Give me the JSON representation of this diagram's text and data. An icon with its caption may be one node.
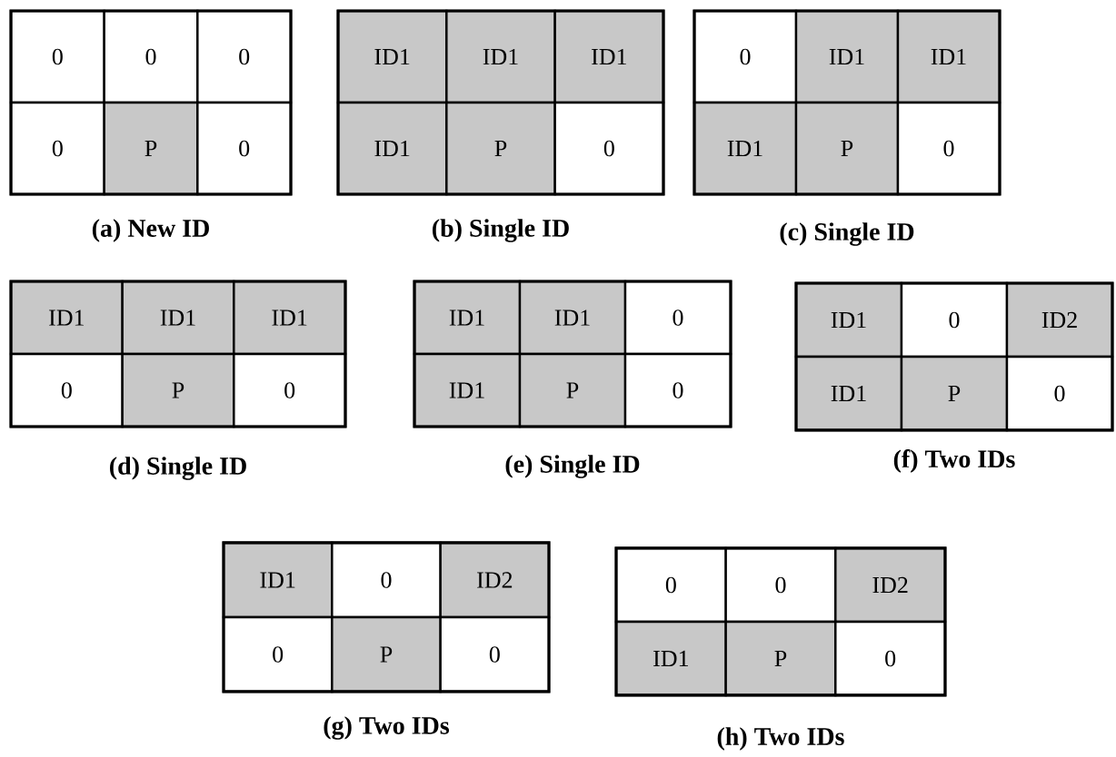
{
  "diagram": {
    "nodes": [
      {
        "text": [],
        "shape": "box",
        "beside": [
          "(a) New ID"
        ]
      },
      {
        "text": [
          "0"
        ],
        "in": 0
      },
      {
        "text": [
          "0"
        ],
        "in": 0
      },
      {
        "text": [
          "0"
        ],
        "in": 0
      },
      {
        "text": [
          "0"
        ],
        "in": 0
      },
      {
        "text": [
          "P"
        ],
        "in": 0
      },
      {
        "text": [
          "0"
        ],
        "in": 0
      },
      {
        "text": [],
        "shape": "box",
        "beside": [
          "(b) Single ID"
        ]
      },
      {
        "text": [
          "ID1"
        ],
        "in": 7
      },
      {
        "text": [
          "ID1"
        ],
        "in": 7
      },
      {
        "text": [
          "ID1"
        ],
        "in": 7
      },
      {
        "text": [
          "ID1"
        ],
        "in": 7
      },
      {
        "text": [
          "P"
        ],
        "in": 7
      },
      {
        "text": [
          "0"
        ],
        "in": 7
      },
      {
        "text": [],
        "shape": "box",
        "beside": [
          "(c) Single ID"
        ]
      },
      {
        "text": [
          "0"
        ],
        "in": 14
      },
      {
        "text": [
          "ID1"
        ],
        "in": 14
      },
      {
        "text": [
          "ID1"
        ],
        "in": 14
      },
      {
        "text": [
          "ID1"
        ],
        "in": 14
      },
      {
        "text": [
          "P"
        ],
        "in": 14
      },
      {
        "text": [
          "0"
        ],
        "in": 14
      },
      {
        "text": [],
        "shape": "box",
        "beside": [
          "(d) Single ID"
        ]
      },
      {
        "text": [
          "ID1"
        ],
        "in": 21
      },
      {
        "text": [
          "ID1"
        ],
        "in": 21
      },
      {
        "text": [
          "ID1"
        ],
        "in": 21
      },
      {
        "text": [
          "0"
        ],
        "in": 21
      },
      {
        "text": [
          "P"
        ],
        "in": 21
      },
      {
        "text": [
          "0"
        ],
        "in": 21
      },
      {
        "text": [],
        "shape": "box",
        "beside": [
          "(e) Single ID"
        ]
      },
      {
        "text": [
          "ID1"
        ],
        "in": 28
      },
      {
        "text": [
          "ID1"
        ],
        "in": 28
      },
      {
        "text": [
          "0"
        ],
        "in": 28
      },
      {
        "text": [
          "ID1"
        ],
        "in": 28
      },
      {
        "text": [
          "P"
        ],
        "in": 28
      },
      {
        "text": [
          "0"
        ],
        "in": 28
      },
      {
        "text": [],
        "shape": "box",
        "beside": [
          "(f) Two IDs"
        ]
      },
      {
        "text": [
          "ID1"
        ],
        "in": 35
      },
      {
        "text": [
          "0"
        ],
        "in": 35
      },
      {
        "text": [
          "ID2"
        ],
        "in": 35
      },
      {
        "text": [
          "ID1"
        ],
        "in": 35
      },
      {
        "text": [
          "P"
        ],
        "in": 35
      },
      {
        "text": [
          "0"
        ],
        "in": 35
      },
      {
        "text": [],
        "shape": "box",
        "beside": [
          "(g) Two IDs"
        ]
      },
      {
        "text": [
          "ID1"
        ],
        "in": 42
      },
      {
        "text": [
          "0"
        ],
        "in": 42
      },
      {
        "text": [
          "ID2"
        ],
        "in": 42
      },
      {
        "text": [
          "0"
        ],
        "in": 42
      },
      {
        "text": [
          "P"
        ],
        "in": 42
      },
      {
        "text": [
          "0"
        ],
        "in": 42
      },
      {
        "text": [],
        "shape": "box",
        "beside": [
          "(h) Two IDs"
        ]
      },
      {
        "text": [
          "0"
        ],
        "in": 49
      },
      {
        "text": [
          "0"
        ],
        "in": 49
      },
      {
        "text": [
          "ID2"
        ],
        "in": 49
      },
      {
        "text": [
          "ID1"
        ],
        "in": 49
      },
      {
        "text": [
          "P"
        ],
        "in": 49
      },
      {
        "text": [
          "0"
        ],
        "in": 49
      }
    ]
  }
}
